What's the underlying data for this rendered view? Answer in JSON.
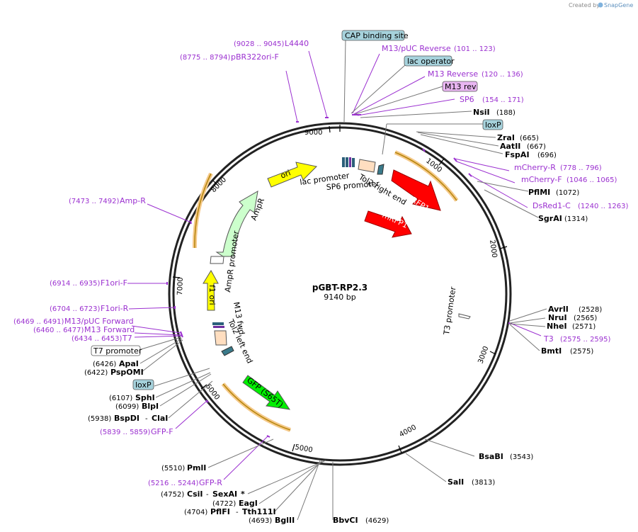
{
  "credit": {
    "prefix": "Created by",
    "brand": "SnapGene"
  },
  "plasmid": {
    "name": "pGBT-RP2.3",
    "length": "9140 bp"
  },
  "ticks": [
    "1000",
    "2000",
    "3000",
    "4000",
    "5000",
    "6000",
    "7000",
    "8000",
    "9000"
  ],
  "boxed_labels": {
    "cap": "CAP binding site",
    "lacop": "lac operator",
    "m13rev": "M13 rev",
    "loxp_top": "loxP",
    "loxp_bottom": "loxP",
    "t7prom": "T7 promoter"
  },
  "primers": {
    "l4440": {
      "name": "L4440",
      "range": "(9028 .. 9045)"
    },
    "pbr322": {
      "name": "pBR322ori-F",
      "range": "(8775 .. 8794)"
    },
    "m13puc_rev": {
      "name": "M13/pUC Reverse",
      "range": "(101 .. 123)"
    },
    "m13_reverse": {
      "name": "M13 Reverse",
      "range": "(120 .. 136)"
    },
    "sp6": {
      "name": "SP6",
      "range": "(154 .. 171)"
    },
    "mcherry_r": {
      "name": "mCherry-R",
      "range": "(778 .. 796)"
    },
    "mcherry_f": {
      "name": "mCherry-F",
      "range": "(1046 .. 1065)"
    },
    "dsred": {
      "name": "DsRed1-C",
      "range": "(1240 .. 1263)"
    },
    "t3": {
      "name": "T3",
      "range": "(2575 .. 2595)"
    },
    "ampr": {
      "name": "Amp-R",
      "range": "(7473 .. 7492)"
    },
    "f1ori_f": {
      "name": "F1ori-F",
      "range": "(6914 .. 6935)"
    },
    "f1ori_r": {
      "name": "F1ori-R",
      "range": "(6704 .. 6723)"
    },
    "m13puc_fwd": {
      "name": "M13/pUC Forward",
      "range": "(6469 .. 6491)"
    },
    "m13_forward": {
      "name": "M13 Forward",
      "range": "(6460 .. 6477)"
    },
    "t7": {
      "name": "T7",
      "range": "(6434 .. 6453)"
    },
    "gfp_f": {
      "name": "GFP-F",
      "range": "(5839 .. 5859)"
    },
    "gfp_r": {
      "name": "GFP-R",
      "range": "(5216 .. 5244)"
    }
  },
  "enzymes": {
    "nsii": {
      "name": "NsiI",
      "pos": "(188)"
    },
    "zrai": {
      "name": "ZraI",
      "pos": "(665)"
    },
    "aatii": {
      "name": "AatII",
      "pos": "(667)"
    },
    "fspai": {
      "name": "FspAI",
      "pos": "(696)"
    },
    "pflmi": {
      "name": "PflMI",
      "pos": "(1072)"
    },
    "sgrai": {
      "name": "SgrAI",
      "pos": "(1314)"
    },
    "avrii": {
      "name": "AvrII",
      "pos": "(2528)"
    },
    "nrui": {
      "name": "NruI",
      "pos": "(2565)"
    },
    "nhei": {
      "name": "NheI",
      "pos": "(2571)"
    },
    "bmti": {
      "name": "BmtI",
      "pos": "(2575)"
    },
    "bsabi": {
      "name": "BsaBI",
      "pos": "(3543)"
    },
    "sali": {
      "name": "SalI",
      "pos": "(3813)"
    },
    "bbvci": {
      "name": "BbvCI",
      "pos": "(4629)"
    },
    "bglii": {
      "name": "BglII",
      "pos": "(4693)"
    },
    "pflfi": {
      "name": "PflFI",
      "pos": "(4704)",
      "sep": "-",
      "name2": "Tth111I"
    },
    "eagi": {
      "name": "EagI",
      "pos": "(4722)"
    },
    "csii": {
      "name": "CsiI",
      "pos": "(4752)",
      "sep": "-",
      "name2": "SexAI",
      "star": "*"
    },
    "pmli": {
      "name": "PmlI",
      "pos": "(5510)"
    },
    "bspdi": {
      "name": "BspDI",
      "pos": "(5938)",
      "sep": "-",
      "name2": "ClaI"
    },
    "blpi": {
      "name": "BlpI",
      "pos": "(6099)"
    },
    "sphi": {
      "name": "SphI",
      "pos": "(6107)"
    },
    "pspomi": {
      "name": "PspOMI",
      "pos": "(6422)"
    },
    "apai": {
      "name": "ApaI",
      "pos": "(6426)"
    }
  },
  "features": {
    "ori": "ori",
    "ampr": "AmpR",
    "ampr_promoter": "AmpR promoter",
    "f1ori": "f1 ori",
    "lac_promoter": "lac promoter",
    "sp6_promoter": "SP6 promoter",
    "tol2_right": "Tol2 right end",
    "tol2_left": "Tol2 left end",
    "m13fwd": "M13 fwd",
    "mrfp1_a": "mRFP1",
    "mrfp1_b": "mRFP1",
    "t3_promoter": "T3 promoter",
    "gfp": "GFP (S65T)"
  },
  "colors": {
    "primer": "#9b30d0",
    "ori": "#ffff00",
    "ampr": "#ccffcc",
    "mrfp1": "#ff0000",
    "gfp": "#00ee00",
    "orange_halo": "#f5c98a",
    "loxp_fill": "#a6d2dc",
    "m13rev_fill": "#e9b6f2"
  }
}
